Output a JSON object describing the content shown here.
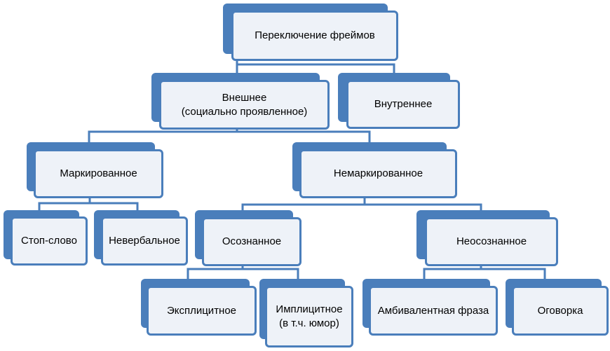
{
  "diagram": {
    "accent_color": "#4a7ebb",
    "box_fill": "#eef2f8",
    "nodes": {
      "root": "Переключение фреймов",
      "external": "Внешнее\n(социально проявленное)",
      "internal": "Внутреннее",
      "marked": "Маркированное",
      "unmarked": "Немаркированное",
      "stop_word": "Стоп-слово",
      "nonverbal": "Невербальное",
      "conscious": "Осознанное",
      "unconscious": "Неосознанное",
      "explicit": "Эксплицитное",
      "implicit": "Имплицитное\n(в т.ч. юмор)",
      "ambivalent": "Амбивалентная фраза",
      "slip": "Оговорка"
    }
  }
}
